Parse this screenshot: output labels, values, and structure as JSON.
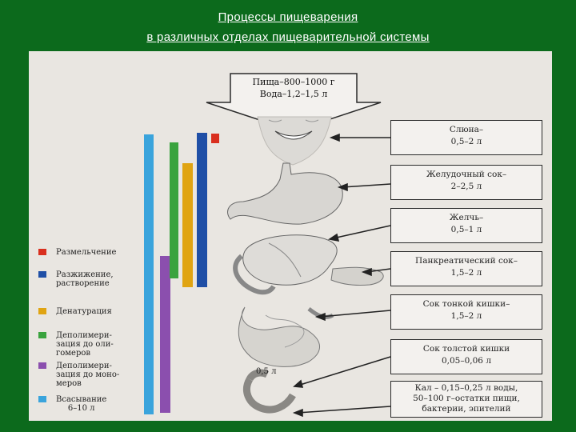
{
  "title": {
    "line1": "Процессы пищеварения",
    "line2": "в различных отделах пищеварительной системы"
  },
  "intake": {
    "line1": "Пища–800–1000 г",
    "line2": "Вода–1,2–1,5 л"
  },
  "secretions": [
    {
      "line1": "Слюна–",
      "line2": "0,5–2 л"
    },
    {
      "line1": "Желудочный сок–",
      "line2": "2–2,5 л"
    },
    {
      "line1": "Желчь–",
      "line2": "0,5–1 л"
    },
    {
      "line1": "Панкреатический сок–",
      "line2": "1,5–2 л"
    },
    {
      "line1": "Сок тонкой кишки–",
      "line2": "1,5–2 л"
    },
    {
      "line1": "Сок толстой кишки",
      "line2": "0,05–0,06 л"
    },
    {
      "line1": "Кал – 0,15–0,25 л воды,",
      "line2": "50–100 г–остатки пищи,",
      "line3": "бактерии, эпителий"
    }
  ],
  "colon_label": "0,5 л",
  "legend": [
    {
      "color": "#d92f1e",
      "line1": "Размельчение"
    },
    {
      "color": "#1f4fa6",
      "line1": "Разжижение,",
      "line2": "растворение"
    },
    {
      "color": "#e0a412",
      "line1": "Денатурация"
    },
    {
      "color": "#3aa33e",
      "line1": "Деполимери-",
      "line2": "зация до оли-",
      "line3": "гомеров"
    },
    {
      "color": "#8b4fae",
      "line1": "Деполимери-",
      "line2": "зация до моно-",
      "line3": "меров"
    },
    {
      "color": "#3aa4dc",
      "line1": "Всасывание",
      "line2": "6–10 л"
    }
  ],
  "colors": {
    "background": "#0c6a1c",
    "panel": "#e9e6e1",
    "chopping": "#d92f1e",
    "dissolving": "#1f4fa6",
    "denaturation": "#e0a412",
    "oligomers": "#3aa33e",
    "monomers": "#8b4fae",
    "absorption": "#3aa4dc"
  }
}
